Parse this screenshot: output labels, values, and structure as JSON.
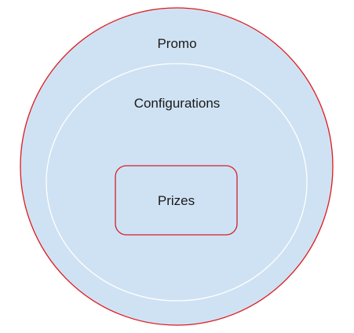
{
  "diagram": {
    "outer": {
      "label": "Promo"
    },
    "middle": {
      "label": "Configurations"
    },
    "inner": {
      "label": "Prizes"
    }
  },
  "colors": {
    "fill": "#cfe2f3",
    "outer_border": "#e0191f",
    "middle_border": "#ffffff",
    "inner_border": "#d21f2c",
    "text": "#1a1a1a"
  }
}
